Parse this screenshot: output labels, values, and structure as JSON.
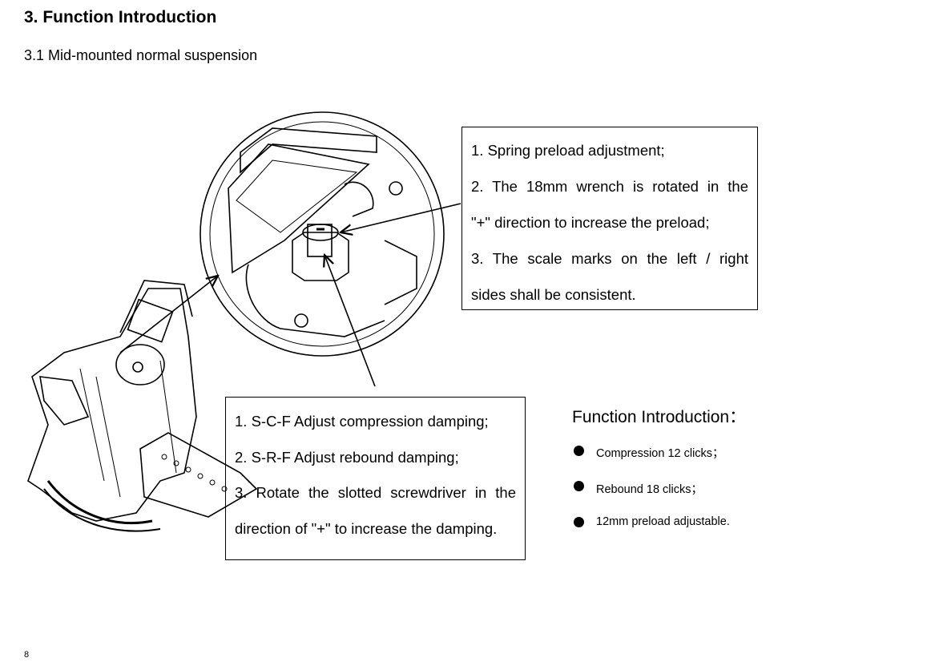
{
  "heading": "3. Function Introduction",
  "subheading": "3.1 Mid-mounted normal suspension",
  "preload_box": {
    "lines": [
      "1. Spring preload adjustment;",
      "2. The 18mm wrench is rotated in the",
      "\"+\" direction to increase the preload;",
      "3. The scale marks on the left / right",
      "sides shall be consistent."
    ]
  },
  "damping_box": {
    "lines": [
      "1. S-C-F Adjust compression damping;",
      "2. S-R-F Adjust rebound damping;",
      "3. Rotate the slotted screwdriver in the",
      "direction of \"+\" to increase the damping."
    ]
  },
  "function_intro": {
    "title": "Function Introduction：",
    "items": [
      "Compression 12 clicks；",
      "Rebound 18 clicks；",
      "12mm preload adjustable."
    ]
  },
  "page_number": "8"
}
